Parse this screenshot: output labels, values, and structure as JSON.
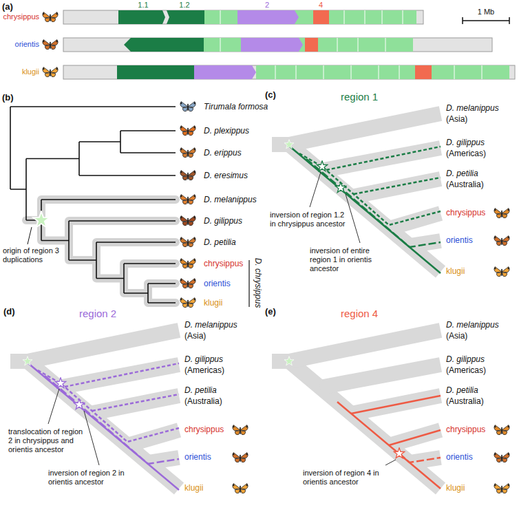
{
  "diagram": {
    "labels": [
      "(a)",
      "chrysippus",
      "1.1",
      "1.2",
      "2",
      "4",
      "1 Mb",
      "orientis",
      "klugii",
      "(b)",
      "Tirumala formosa",
      "D. plexippus",
      "D. erippus",
      "D. eresimus",
      "D. melanippus",
      "D. gilippus",
      "D. petilia",
      "chrysippus",
      "orientis",
      "klugii",
      "D. chrysippus",
      "origin of region 3 duplications",
      "(c)",
      "region 1",
      "D. melanippus",
      "(Asia)",
      "D. gilippus",
      "(Americas)",
      "D. petilia",
      "(Australia)",
      "chrysippus",
      "orientis",
      "klugii",
      "inversion of region 1.2 in chrysippus ancestor",
      "inversion of entire region 1 in orientis ancestor",
      "(d)",
      "region 2",
      "D. melanippus",
      "(Asia)",
      "D. gilippus",
      "(Americas)",
      "D. petilia",
      "(Australia)",
      "chrysippus",
      "orientis",
      "klugii",
      "translocation of region 2 in chrysippus and orientis ancestor",
      "inversion of region 2 in orientis ancestor",
      "(e)",
      "region 4",
      "D. melanippus",
      "(Asia)",
      "D. gilippus",
      "(Americas)",
      "D. petilia",
      "(Australia)",
      "chrysippus",
      "orientis",
      "klugii",
      "inversion of region 4 in orientis ancestor"
    ]
  }
}
